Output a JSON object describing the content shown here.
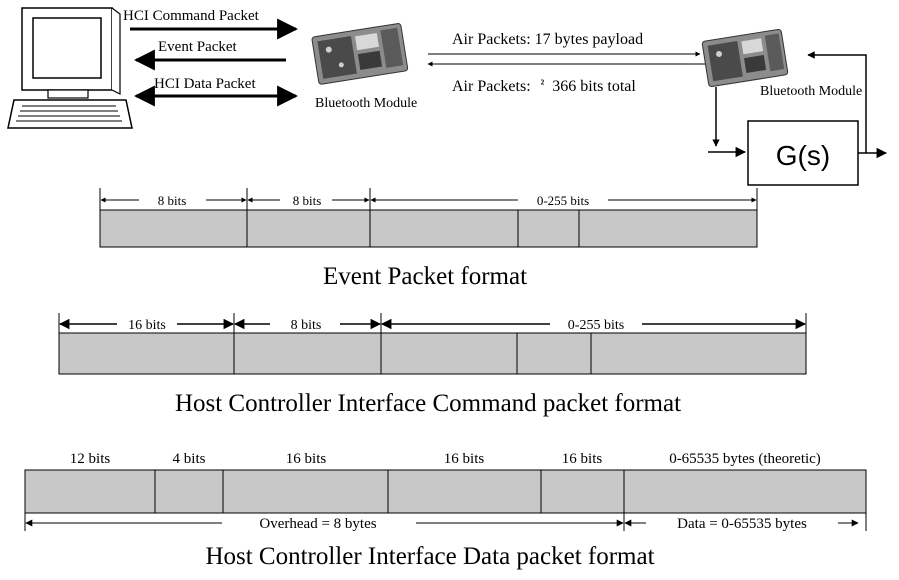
{
  "top": {
    "hci_command_packet": "HCI Command Packet",
    "event_packet": "Event Packet",
    "hci_data_packet": "HCI Data Packet",
    "bluetooth_module_left": "Bluetooth Module",
    "bluetooth_module_right": "Bluetooth Module",
    "air_packets_top": "Air Packets:  17 bytes payload",
    "air_packets_bottom_prefix": "Air Packets:",
    "air_packets_bottom_sup": "²",
    "air_packets_bottom_suffix": "366 bits total",
    "plant_label": "G(s)"
  },
  "event_format": {
    "caption": "Event Packet format",
    "fields": [
      "8 bits",
      "8 bits",
      "0-255 bits"
    ]
  },
  "command_format": {
    "caption": "Host Controller Interface Command packet format",
    "fields": [
      "16 bits",
      "8 bits",
      "0-255 bits"
    ]
  },
  "data_format": {
    "caption": "Host Controller Interface Data packet format",
    "fields": [
      "12 bits",
      "4 bits",
      "16 bits",
      "16 bits",
      "16 bits",
      "0-65535 bytes (theoretic)"
    ],
    "overhead": "Overhead = 8 bytes",
    "data": "Data = 0-65535 bytes"
  },
  "colors": {
    "field_fill": "#c8c8c8",
    "line": "#000000",
    "module_dark": "#4a4a4a",
    "module_light": "#9a9a9a"
  }
}
